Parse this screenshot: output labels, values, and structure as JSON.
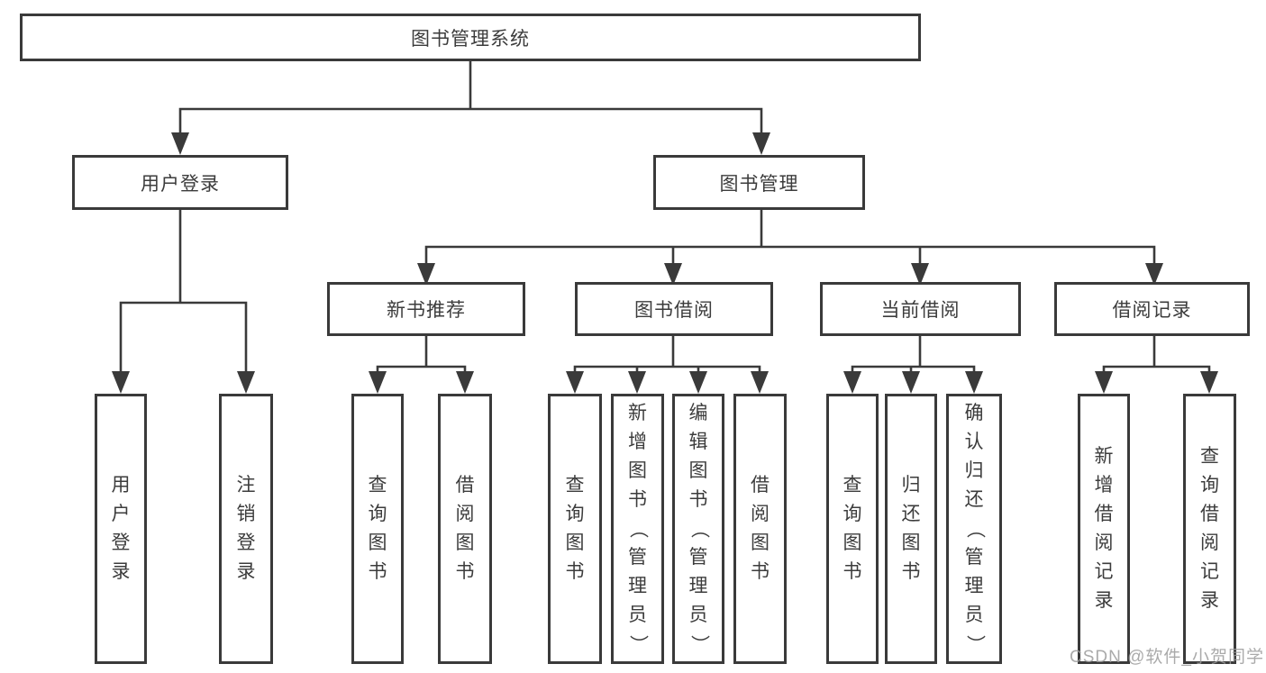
{
  "colors": {
    "line": "#3a3a3a",
    "text": "#3c3c3c",
    "watermark": "#9c9c9c",
    "background": "#ffffff"
  },
  "watermark": {
    "text": "CSDN @软件_小贺同学"
  },
  "nodes": {
    "system": {
      "label": "图书管理系统"
    },
    "user_login": {
      "label": "用户登录"
    },
    "book_management": {
      "label": "图书管理"
    },
    "new_book_recommend": {
      "label": "新书推荐"
    },
    "book_borrowing": {
      "label": "图书借阅"
    },
    "current_borrowing": {
      "label": "当前借阅"
    },
    "borrowing_records": {
      "label": "借阅记录"
    },
    "leaf_user_login": {
      "label": "用户登录"
    },
    "leaf_logout": {
      "label": "注销登录"
    },
    "leaf_nb_query_books": {
      "label": "查询图书"
    },
    "leaf_nb_borrow_books": {
      "label": "借阅图书"
    },
    "leaf_bb_query_books": {
      "label": "查询图书"
    },
    "leaf_bb_add_books": {
      "label": "新增图书（管理员）"
    },
    "leaf_bb_edit_books": {
      "label": "编辑图书（管理员）"
    },
    "leaf_bb_borrow_books": {
      "label": "借阅图书"
    },
    "leaf_cb_query_books": {
      "label": "查询图书"
    },
    "leaf_cb_return_books": {
      "label": "归还图书"
    },
    "leaf_cb_confirm_return": {
      "label": "确认归还（管理员）"
    },
    "leaf_br_add_record": {
      "label": "新增借阅记录"
    },
    "leaf_br_query_record": {
      "label": "查询借阅记录"
    }
  }
}
